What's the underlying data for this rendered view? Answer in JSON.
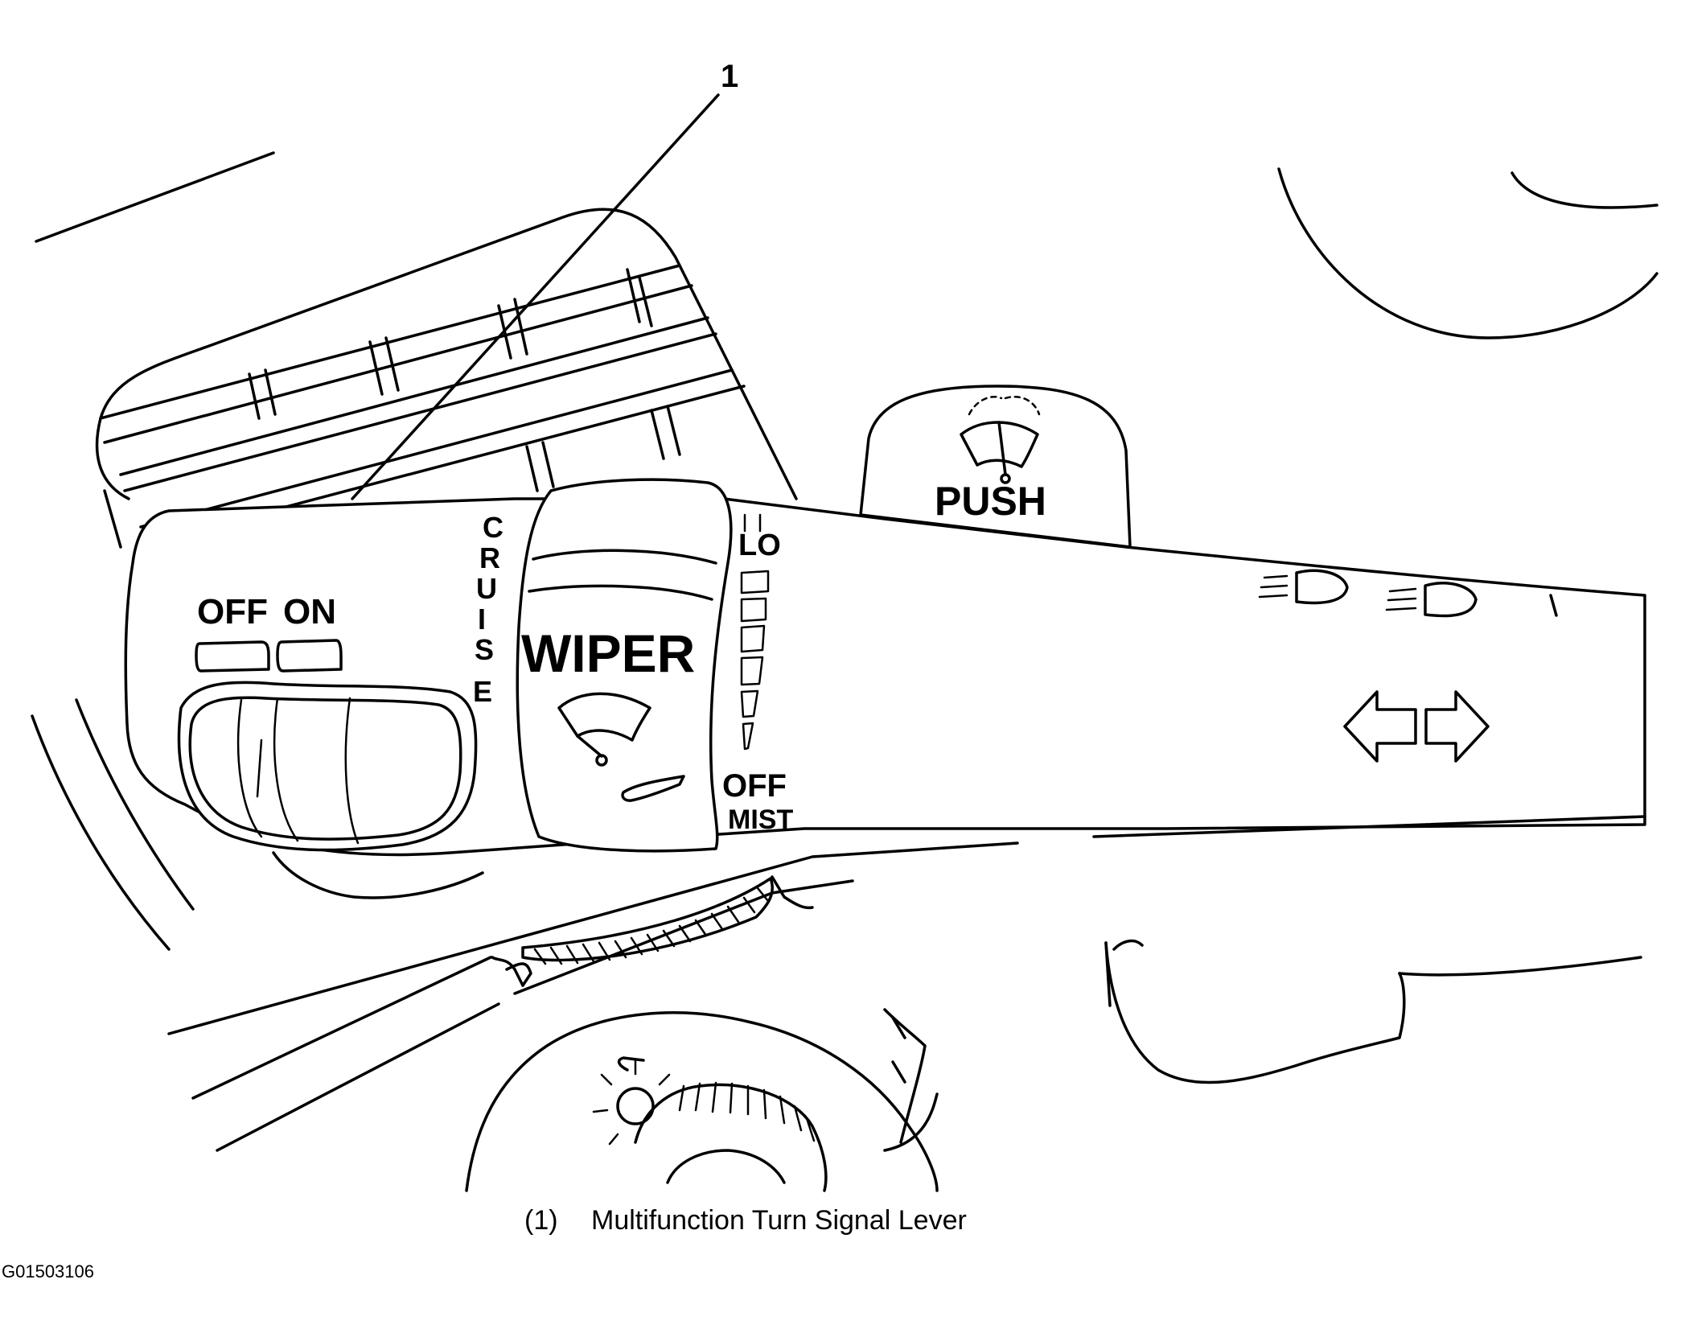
{
  "callout": {
    "number": "1"
  },
  "lever_labels": {
    "off": "OFF",
    "on": "ON",
    "cruise_letters": [
      "C",
      "R",
      "U",
      "I",
      "S",
      "E"
    ],
    "wiper": "WIPER",
    "push": "PUSH",
    "lo": "LO",
    "wiper_off": "OFF",
    "mist": "MIST"
  },
  "caption": {
    "index": "(1)",
    "text": "Multifunction Turn Signal Lever"
  },
  "figure_id": "G01503106"
}
